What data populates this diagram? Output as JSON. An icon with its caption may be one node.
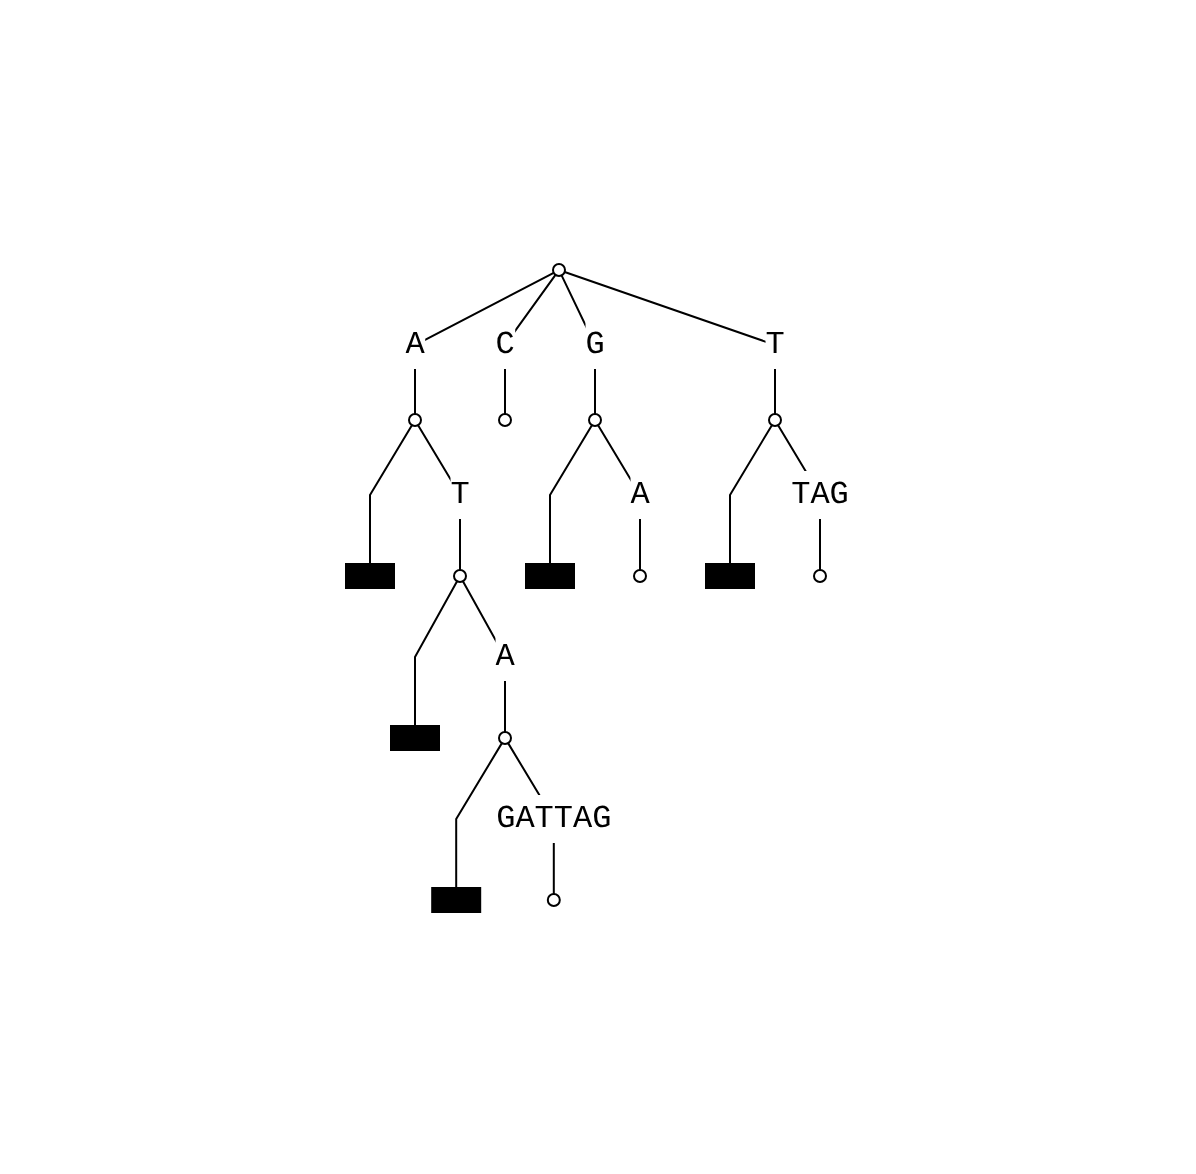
{
  "diagram": {
    "nodes": [
      {
        "text": [],
        "shape": "circle"
      },
      {
        "text": [],
        "shape": "circle"
      },
      {
        "text": [],
        "shape": "circle"
      },
      {
        "text": [],
        "shape": "circle"
      },
      {
        "text": [],
        "shape": "circle"
      },
      {
        "text": [],
        "shape": "box"
      },
      {
        "text": [],
        "shape": "circle"
      },
      {
        "text": [],
        "shape": "box"
      },
      {
        "text": [],
        "shape": "circle"
      },
      {
        "text": [],
        "shape": "box"
      },
      {
        "text": [],
        "shape": "circle"
      },
      {
        "text": [],
        "shape": "box"
      },
      {
        "text": [],
        "shape": "circle"
      },
      {
        "text": [],
        "shape": "box"
      },
      {
        "text": [],
        "shape": "circle"
      }
    ],
    "edges": [
      {
        "from": 0,
        "to": 1,
        "arrow": "none",
        "label": "A"
      },
      {
        "from": 0,
        "to": 2,
        "arrow": "none",
        "label": "C"
      },
      {
        "from": 0,
        "to": 3,
        "arrow": "none",
        "label": "G"
      },
      {
        "from": 0,
        "to": 4,
        "arrow": "none",
        "label": "T"
      },
      {
        "from": 1,
        "to": 5,
        "arrow": "none"
      },
      {
        "from": 1,
        "to": 6,
        "arrow": "none",
        "label": "T"
      },
      {
        "from": 3,
        "to": 7,
        "arrow": "none"
      },
      {
        "from": 3,
        "to": 8,
        "arrow": "none",
        "label": "A"
      },
      {
        "from": 4,
        "to": 9,
        "arrow": "none"
      },
      {
        "from": 4,
        "to": 10,
        "arrow": "none",
        "label": "TAG"
      },
      {
        "from": 6,
        "to": 11,
        "arrow": "none"
      },
      {
        "from": 6,
        "to": 12,
        "arrow": "none",
        "label": "A"
      },
      {
        "from": 12,
        "to": 13,
        "arrow": "none"
      },
      {
        "from": 12,
        "to": 14,
        "arrow": "none",
        "label": "GATTAG"
      }
    ]
  }
}
